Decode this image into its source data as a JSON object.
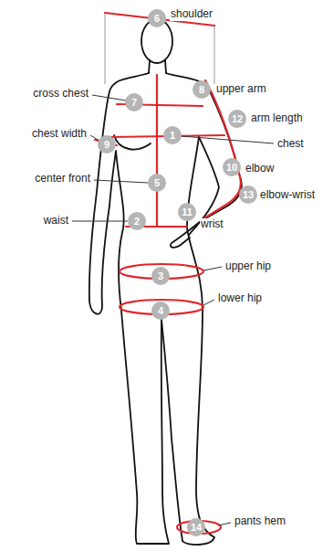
{
  "diagram": {
    "nodes": [
      {
        "text": [
          "6"
        ]
      },
      {
        "text": [
          "8"
        ]
      },
      {
        "text": [
          "7"
        ]
      },
      {
        "text": [
          "12"
        ]
      },
      {
        "text": [
          "1"
        ]
      },
      {
        "text": [
          "9"
        ]
      },
      {
        "text": [
          "10"
        ]
      },
      {
        "text": [
          "5"
        ]
      },
      {
        "text": [
          "13"
        ]
      },
      {
        "text": [
          "11"
        ]
      },
      {
        "text": [
          "2"
        ]
      },
      {
        "text": [
          "3"
        ]
      },
      {
        "text": [
          "4"
        ]
      },
      {
        "text": [
          "14"
        ]
      }
    ],
    "labels": [
      "shoulder",
      "upper arm",
      "cross chest",
      "arm length",
      "chest width",
      "chest",
      "elbow",
      "center front",
      "elbow-wrist",
      "wrist",
      "waist",
      "upper hip",
      "lower hip",
      "pants hem"
    ]
  }
}
